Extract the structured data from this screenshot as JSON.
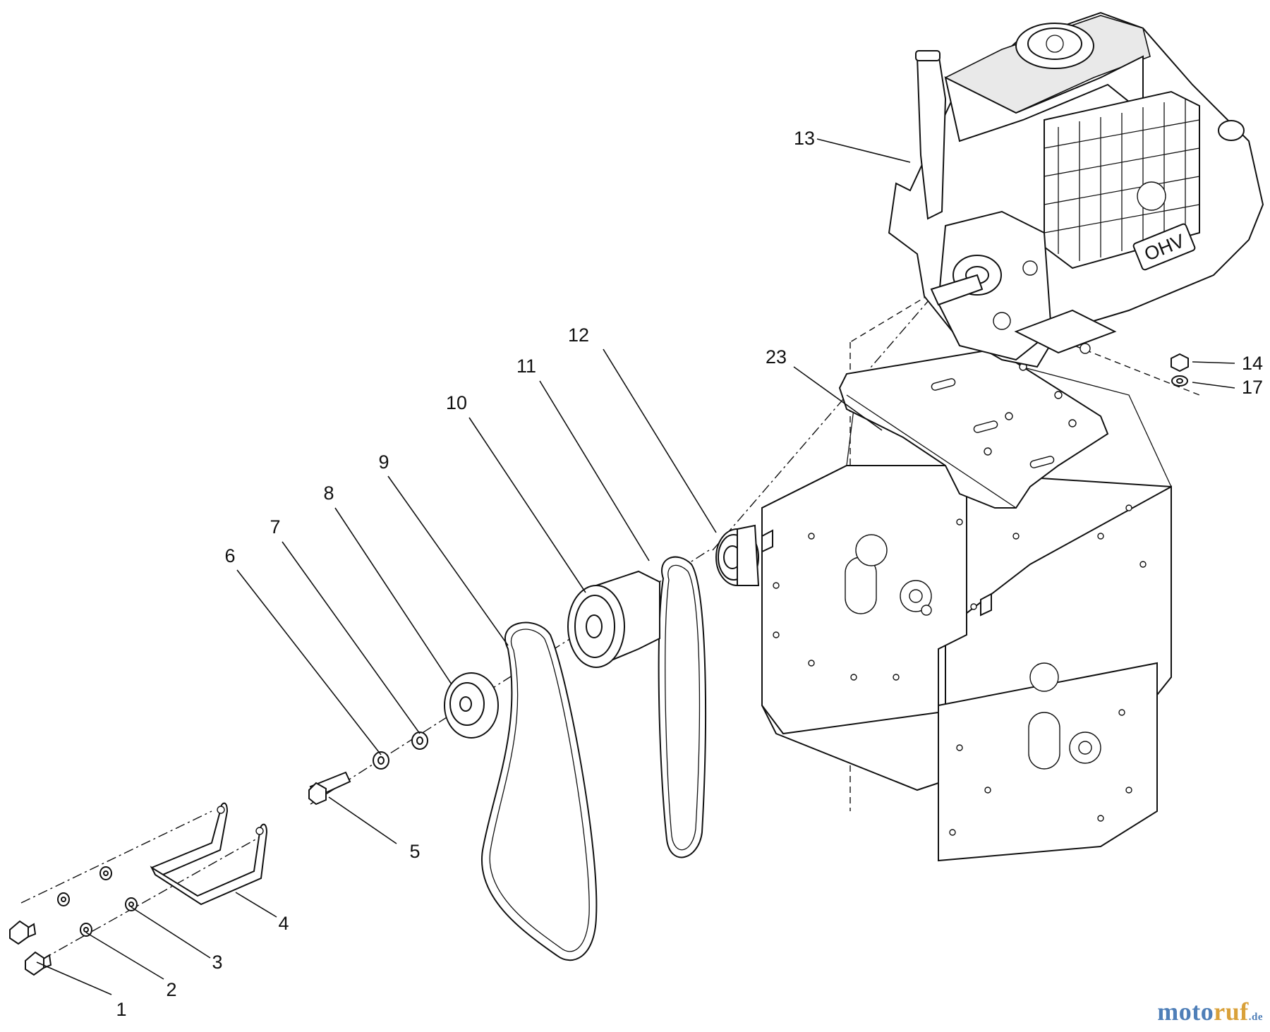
{
  "callouts": [
    {
      "id": "1",
      "label": "1"
    },
    {
      "id": "2",
      "label": "2"
    },
    {
      "id": "3",
      "label": "3"
    },
    {
      "id": "4",
      "label": "4"
    },
    {
      "id": "5",
      "label": "5"
    },
    {
      "id": "6",
      "label": "6"
    },
    {
      "id": "7",
      "label": "7"
    },
    {
      "id": "8",
      "label": "8"
    },
    {
      "id": "9",
      "label": "9"
    },
    {
      "id": "10",
      "label": "10"
    },
    {
      "id": "11",
      "label": "11"
    },
    {
      "id": "12",
      "label": "12"
    },
    {
      "id": "13",
      "label": "13"
    },
    {
      "id": "14",
      "label": "14"
    },
    {
      "id": "17",
      "label": "17"
    },
    {
      "id": "23",
      "label": "23"
    }
  ],
  "engine": {
    "badge_text": "OHV"
  },
  "watermark": {
    "part_a": "moto",
    "part_b": "ruf",
    "part_c": ".de"
  }
}
